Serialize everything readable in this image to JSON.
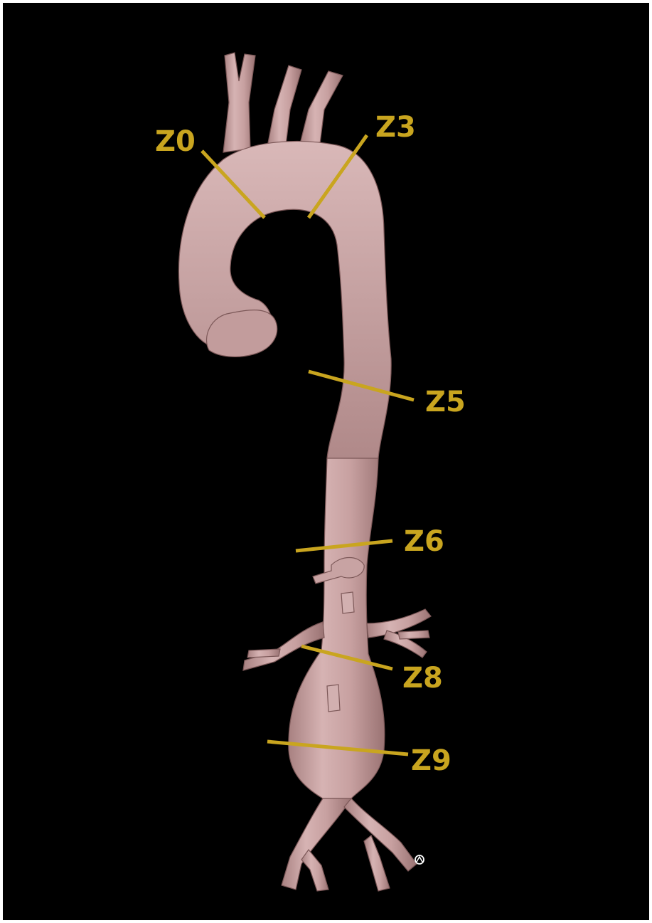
{
  "colors": {
    "background": "#000000",
    "vessel": "#c9a3a3",
    "vessel_shadow": "#9b7474",
    "vessel_highlight": "#e6caca",
    "zone_line": "#c9a51f"
  },
  "zones": [
    {
      "label": "Z0"
    },
    {
      "label": "Z3"
    },
    {
      "label": "Z5"
    },
    {
      "label": "Z6"
    },
    {
      "label": "Z8"
    },
    {
      "label": "Z9"
    }
  ],
  "signature_icon": "artist-signature-mark"
}
